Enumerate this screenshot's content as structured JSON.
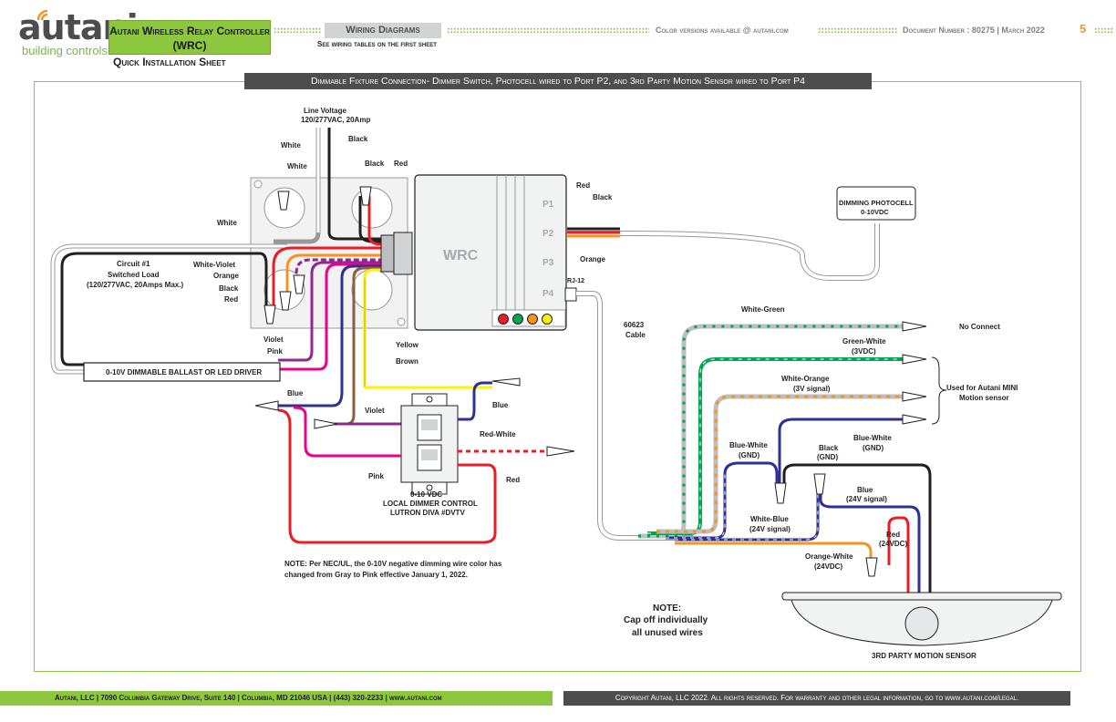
{
  "header": {
    "logo_text": "utani",
    "logo_sub": "building controls",
    "title": "Autani Wireless Relay Controller (WRC)",
    "subtitle": "Quick Installation Sheet",
    "section": "Wiring Diagrams",
    "section_note": "See wiring tables on the first sheet",
    "color_note": "Color versions available @ autani.com",
    "doc_number": "Document Number : 80275  |  March 2022",
    "page_number": "5"
  },
  "banner": "Dimmable Fixture Connection- Dimmer Switch, Photocell wired to Port P2, and 3rd Party Motion Sensor wired to Port P4",
  "wrc": {
    "label": "WRC",
    "ports": [
      "P1",
      "P2",
      "P3",
      "P4"
    ],
    "rj12": "RJ-12",
    "led_colors": [
      "#ed1c24",
      "#00a651",
      "#f7941d",
      "#fff200"
    ]
  },
  "labels": {
    "line_voltage": "Line Voltage",
    "line_voltage_spec": "120/277VAC, 20Amp",
    "white": "White",
    "black": "Black",
    "red": "Red",
    "orange": "Orange",
    "circuit": "Circuit #1",
    "switched_load": "Switched Load",
    "circuit_spec": "(120/277VAC, 20Amps Max.)",
    "white_violet": "White-Violet",
    "violet": "Violet",
    "pink": "Pink",
    "yellow": "Yellow",
    "brown": "Brown",
    "blue": "Blue",
    "red_white": "Red-White",
    "ballast": "0-10V DIMMABLE BALLAST OR LED DRIVER",
    "dimmer_1": "0-10 VDC",
    "dimmer_2": "LOCAL DIMMER CONTROL",
    "dimmer_3": "LUTRON DIVA #DVTV",
    "cable_1": "60623",
    "cable_2": "Cable",
    "photocell_1": "DIMMING PHOTOCELL",
    "photocell_2": "0-10VDC",
    "white_green": "White-Green",
    "no_connect": "No Connect",
    "green_white": "Green-White",
    "v3": "(3VDC)",
    "white_orange": "White-Orange",
    "v3_signal": "(3V signal)",
    "used_for_1": "Used for Autani MINI",
    "used_for_2": "Motion sensor",
    "blue_white": "Blue-White",
    "gnd": "(GND)",
    "black_gnd": "Black",
    "blue_24": "Blue",
    "v24_signal": "(24V signal)",
    "white_blue": "White-Blue",
    "red_24": "Red",
    "v24dc": "(24VDC)",
    "orange_white": "Orange-White",
    "note_title": "NOTE:",
    "note_cap_1": "Cap off individually",
    "note_cap_2": "all unused wires",
    "note_nec_1": "NOTE: Per NEC/UL, the 0-10V negative dimming wire color has",
    "note_nec_2": "changed from Gray to Pink effective January 1, 2022.",
    "sensor": "3RD PARTY MOTION SENSOR"
  },
  "footer": {
    "left": "Autani, LLC  |  7090 Columbia Gateway Drive, Suite 140  |  Columbia, MD 21046 USA  |  (443) 320-2233  |  www.autani.com",
    "right": "Copyright Autani, LLC 2022. All rights reserved. For warranty and other legal information, go to www.autani.com/legal."
  },
  "colors": {
    "brand_green": "#8dc63f",
    "dark_gray": "#4d4d4d",
    "accent_orange": "#f7941d"
  }
}
